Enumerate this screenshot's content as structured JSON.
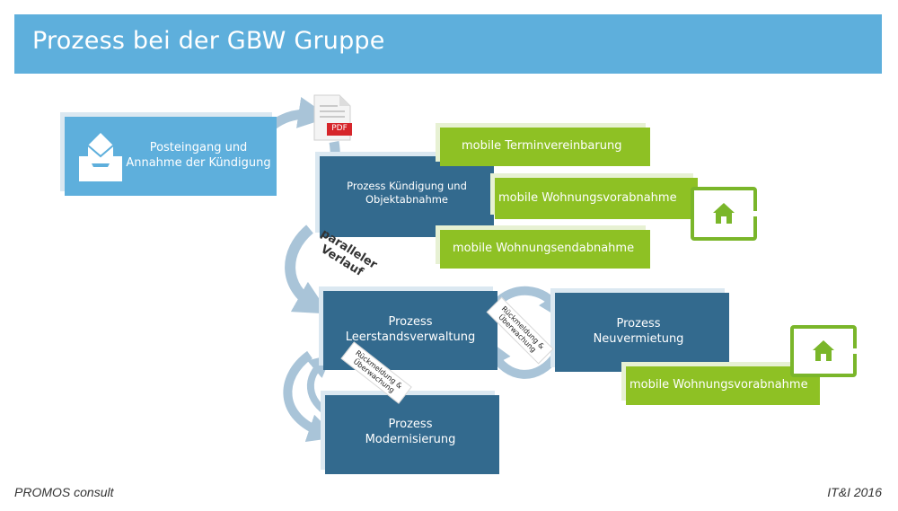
{
  "header": {
    "title": "Prozess bei der GBW Gruppe"
  },
  "boxes": {
    "posteingang": "Posteingang und\nAnnahme der Kündigung",
    "kuendigung": "Prozess Kündigung und\nObjektabnahme",
    "leerstand": "Prozess\nLeerstandsverwaltung",
    "neuvermietung": "Prozess\nNeuvermietung",
    "modernisierung": "Prozess\nModernisierung"
  },
  "green": {
    "termin": "mobile Terminvereinbarung",
    "vorabnahme": "mobile Wohnungsvorabnahme",
    "endabnahme": "mobile Wohnungsendabnahme",
    "vorabnahme2": "mobile Wohnungsvorabnahme"
  },
  "labels": {
    "parallel": "paralleler\nVerlauf",
    "rueck1": "Rückmeldung &\nÜberwachung",
    "rueck2": "Rückmeldung &\nÜberwachung"
  },
  "pdf": {
    "label": "PDF"
  },
  "footer": {
    "left": "PROMOS consult",
    "right": "IT&I 2016"
  },
  "colors": {
    "header": "#5eafdc",
    "dark_box": "#336a8e",
    "green_box": "#8ec124",
    "arrow": "#a9c4d8"
  },
  "icons": [
    "mail-inbox-icon",
    "pdf-file-icon",
    "tablet-home-icon"
  ]
}
